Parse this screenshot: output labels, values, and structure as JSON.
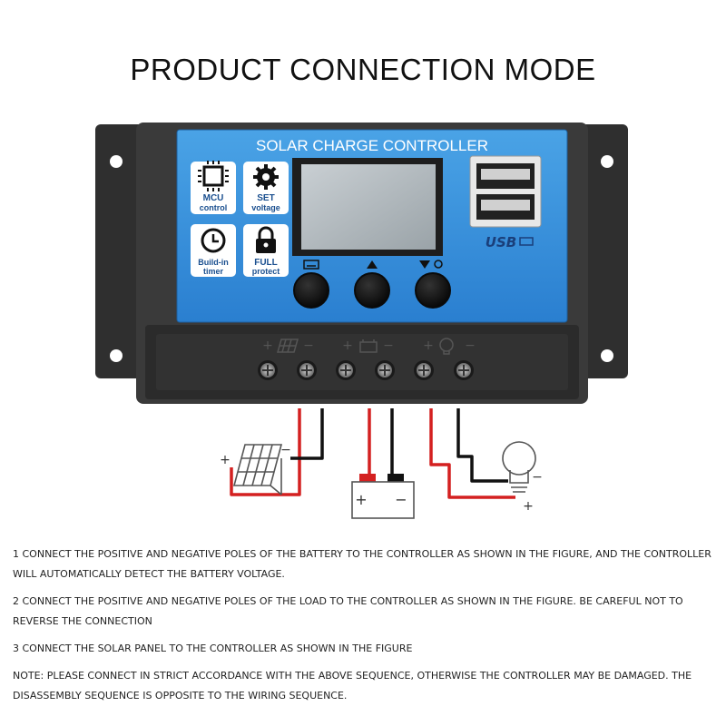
{
  "title": "PRODUCT CONNECTION MODE",
  "device": {
    "label": "SOLAR CHARGE CONTROLLER",
    "badges": [
      {
        "line1": "MCU",
        "line2": "control",
        "icon": "chip-icon"
      },
      {
        "line1": "SET",
        "line2": "voltage",
        "icon": "gear-icon"
      },
      {
        "line1": "Build-in",
        "line2": "timer",
        "icon": "clock-icon"
      },
      {
        "line1": "FULL",
        "line2": "protect",
        "icon": "lock-icon"
      }
    ],
    "usb_label": "USB",
    "buttons": [
      {
        "icon": "menu-icon"
      },
      {
        "icon": "up-arrow-icon"
      },
      {
        "icon": "down-arrow-icon"
      }
    ],
    "terminal_groups": [
      {
        "icon": "solar-panel-icon"
      },
      {
        "icon": "battery-icon"
      },
      {
        "icon": "bulb-icon"
      }
    ],
    "polarity_plus": "+",
    "polarity_minus": "−"
  },
  "wiring": {
    "solar_plus": "+",
    "solar_minus": "−",
    "battery_plus": "+",
    "battery_minus": "−",
    "load_plus": "+",
    "load_minus": "−",
    "colors": {
      "positive": "#d42020",
      "negative": "#111111"
    }
  },
  "instructions": [
    "1 CONNECT THE POSITIVE AND NEGATIVE POLES OF THE BATTERY TO THE CONTROLLER AS SHOWN IN THE FIGURE, AND THE CONTROLLER WILL AUTOMATICALLY DETECT THE BATTERY VOLTAGE.",
    "2 CONNECT THE POSITIVE AND NEGATIVE POLES OF THE LOAD TO THE CONTROLLER AS SHOWN IN THE FIGURE. BE CAREFUL NOT TO REVERSE THE CONNECTION",
    "3 CONNECT THE SOLAR PANEL TO THE CONTROLLER AS SHOWN IN THE FIGURE",
    "NOTE: PLEASE CONNECT IN STRICT ACCORDANCE WITH THE ABOVE SEQUENCE, OTHERWISE THE CONTROLLER MAY BE DAMAGED. THE DISASSEMBLY SEQUENCE IS OPPOSITE TO THE WIRING SEQUENCE."
  ]
}
